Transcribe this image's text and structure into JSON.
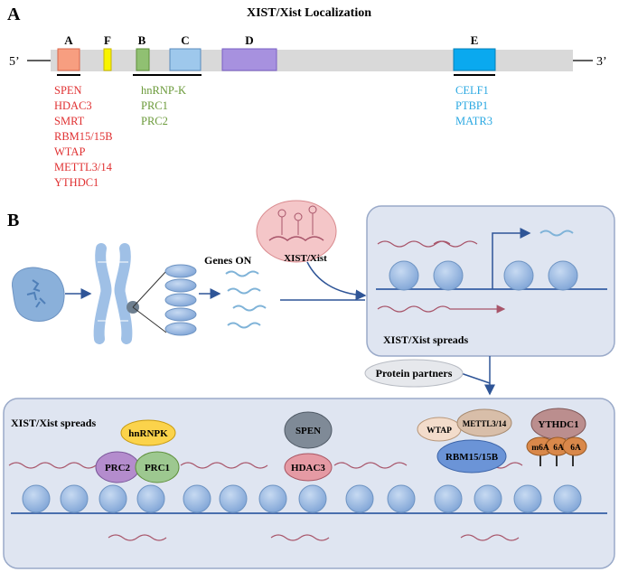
{
  "panel_a": {
    "label": "A",
    "title": "XIST/Xist Localization",
    "five_prime": "5’",
    "three_prime": "3’",
    "regions": [
      {
        "id": "A",
        "label": "A",
        "color": "#f79e80"
      },
      {
        "id": "F",
        "label": "F",
        "color": "#f8f400"
      },
      {
        "id": "B",
        "label": "B",
        "color": "#90c072"
      },
      {
        "id": "C",
        "label": "C",
        "color": "#9ec8ec"
      },
      {
        "id": "D",
        "label": "D",
        "color": "#a791df"
      },
      {
        "id": "E",
        "label": "E",
        "color": "#0aa9ef"
      }
    ],
    "partners_a": [
      "SPEN",
      "HDAC3",
      "SMRT",
      "RBM15/15B",
      "WTAP",
      "METTL3/14",
      "YTHDC1"
    ],
    "partners_bc": [
      "hnRNP-K",
      "PRC1",
      "PRC2"
    ],
    "partners_e": [
      "CELF1",
      "PTBP1",
      "MATR3"
    ],
    "colors": {
      "a": "#e03132",
      "bc": "#6b9a3a",
      "e": "#2aa8e2",
      "strip": "#d9d9d9"
    }
  },
  "panel_b": {
    "label": "B",
    "genes_on": "Genes ON",
    "xist_bubble": "XIST/Xist",
    "spreads_top": "XIST/Xist spreads",
    "protein_partners": "Protein partners",
    "spreads_bottom": "XIST/Xist spreads",
    "proteins": {
      "hnrnpk": "hnRNPK",
      "prc2": "PRC2",
      "prc1": "PRC1",
      "spen": "SPEN",
      "hdac3": "HDAC3",
      "wtap": "WTAP",
      "mettl": "METTL3/14",
      "rbm": "RBM15/15B",
      "ythdc1": "YTHDC1",
      "m6a_1": "m6A",
      "m6a_2": "6A",
      "m6a_3": "6A"
    },
    "colors": {
      "panel_bg": "#dfe5f1",
      "panel_border": "#9aaac9",
      "arrow": "#2f5597",
      "rna": "#a8556a",
      "nucleosome": "#8fb3e0"
    }
  }
}
